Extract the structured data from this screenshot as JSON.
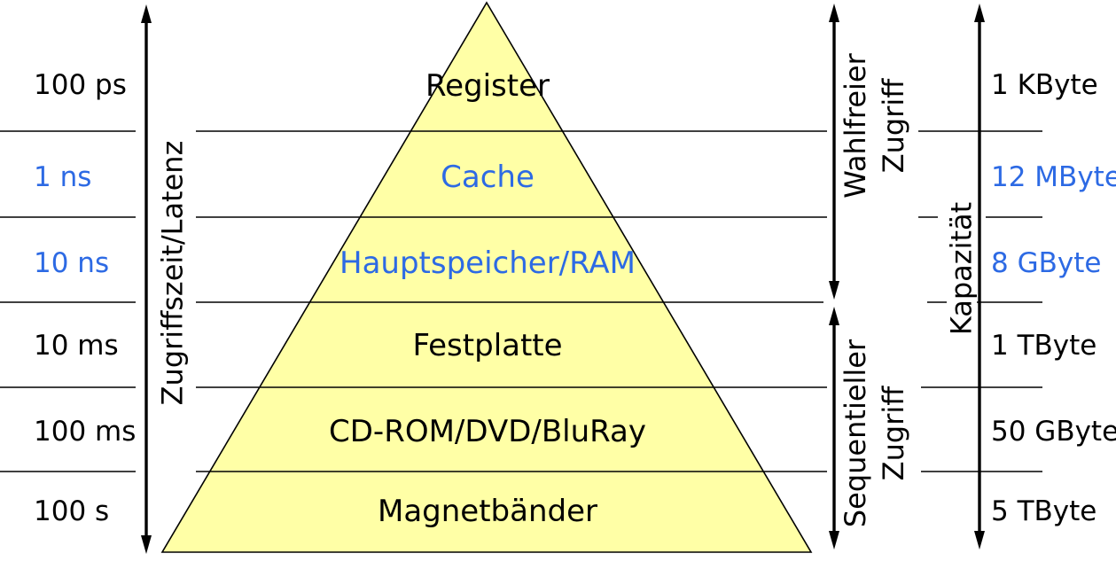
{
  "colors": {
    "accent_blue": "#2d6ae4",
    "text_black": "#000000",
    "pyramid_fill": "#ffffa6",
    "stroke": "#000000",
    "background": "#ffffff"
  },
  "left_axis": {
    "label": "Zugriffszeit/Latenz",
    "values": [
      {
        "text": "100 ps",
        "color": "#000000"
      },
      {
        "text": "1 ns",
        "color": "#2d6ae4"
      },
      {
        "text": "10 ns",
        "color": "#2d6ae4"
      },
      {
        "text": "10 ms",
        "color": "#000000"
      },
      {
        "text": "100 ms",
        "color": "#000000"
      },
      {
        "text": "100 s",
        "color": "#000000"
      }
    ]
  },
  "pyramid": {
    "levels": [
      {
        "label": "Register",
        "color": "#000000"
      },
      {
        "label": "Cache",
        "color": "#2d6ae4"
      },
      {
        "label": "Hauptspeicher/RAM",
        "color": "#2d6ae4"
      },
      {
        "label": "Festplatte",
        "color": "#000000"
      },
      {
        "label": "CD-ROM/DVD/BluRay",
        "color": "#000000"
      },
      {
        "label": "Magnetbänder",
        "color": "#000000"
      }
    ]
  },
  "right_axis": {
    "random_access": {
      "line1": "Wahlfreier",
      "line2": "Zugriff"
    },
    "sequential_access": {
      "line1": "Sequentieller",
      "line2": "Zugriff"
    },
    "capacity_label": "Kapazität",
    "values": [
      {
        "text": "1 KByte",
        "color": "#000000"
      },
      {
        "text": "12 MByte",
        "color": "#2d6ae4"
      },
      {
        "text": "8 GByte",
        "color": "#2d6ae4"
      },
      {
        "text": "1 TByte",
        "color": "#000000"
      },
      {
        "text": "50 GByte",
        "color": "#000000"
      },
      {
        "text": "5 TByte",
        "color": "#000000"
      }
    ]
  }
}
